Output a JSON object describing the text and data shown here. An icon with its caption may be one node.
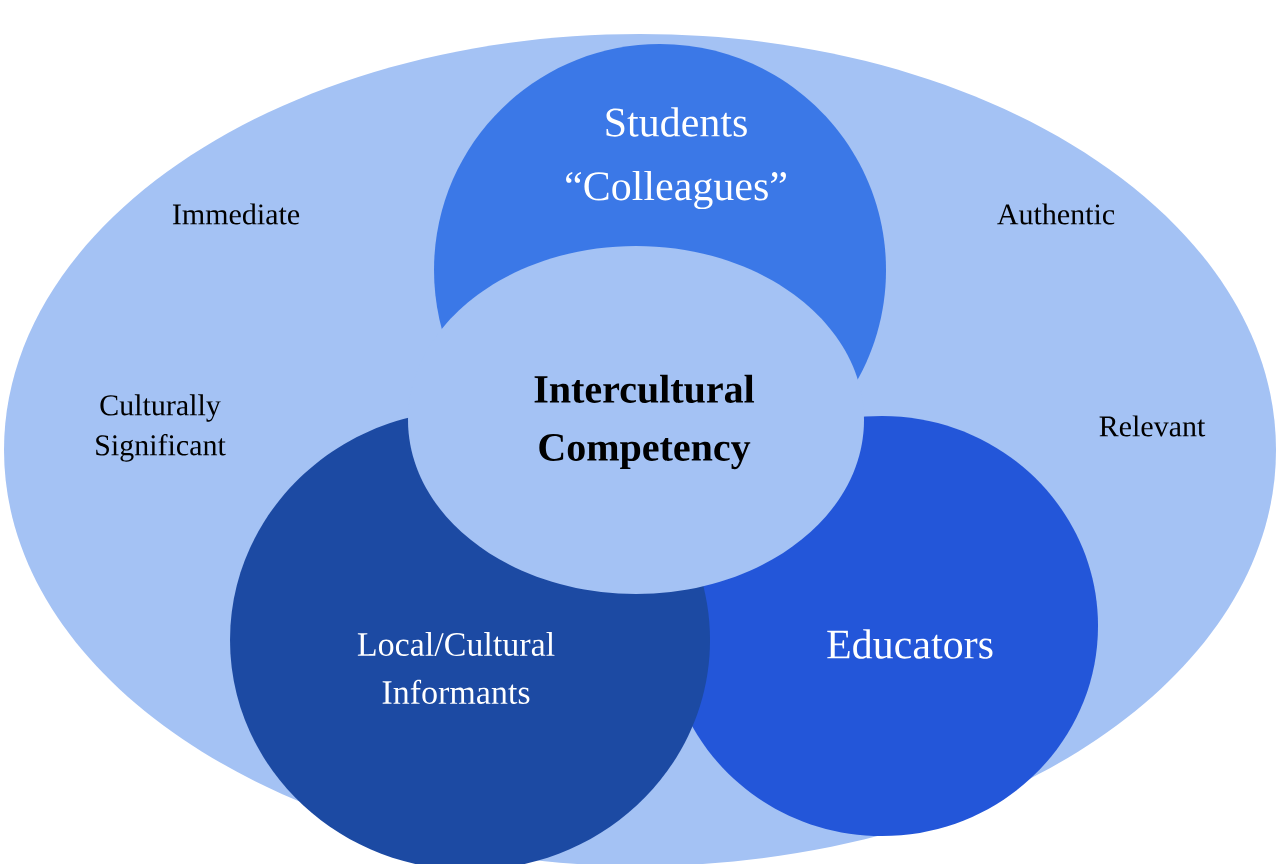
{
  "diagram": {
    "nodes": [
      {
        "text": [],
        "shape": "circle"
      },
      {
        "text": [
          "Students",
          "“Colleagues”"
        ],
        "in": 0
      },
      {
        "text": [
          "Educators"
        ],
        "in": 0
      },
      {
        "text": [
          "Local/Cultural Informants"
        ],
        "in": 0
      },
      {
        "text": [
          "Intercultural Competency"
        ],
        "in": 0
      }
    ],
    "labels": [
      "Immediate",
      "Authentic",
      "Culturally Significant",
      "Relevant"
    ]
  }
}
